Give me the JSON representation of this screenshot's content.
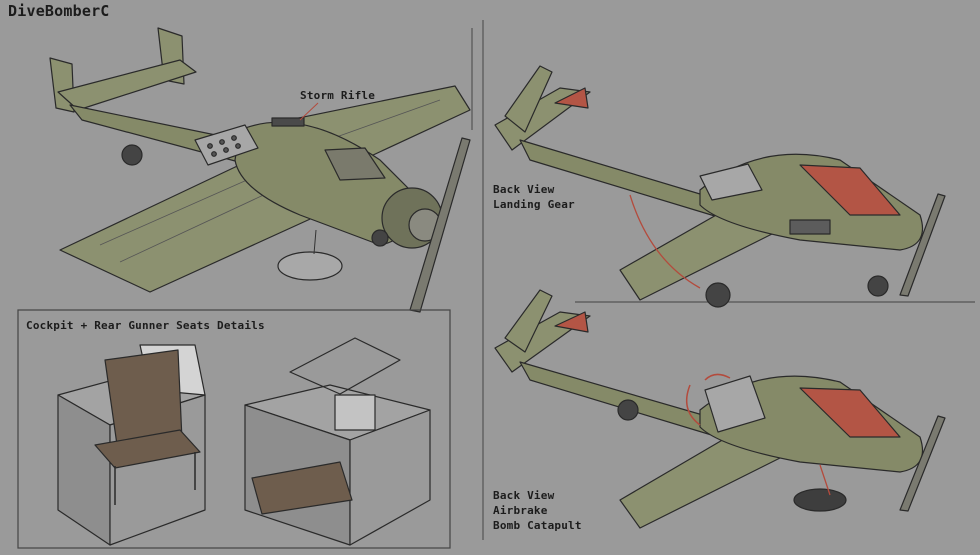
{
  "sheet": {
    "title": "DiveBomberC",
    "callouts": {
      "storm_rifle": "Storm Rifle",
      "cockpit_details": "Cockpit + Rear Gunner Seats Details",
      "back_view_1": [
        "Back View",
        "Landing Gear"
      ],
      "back_view_2": [
        "Back View",
        "Airbrake",
        "Bomb Catapult"
      ]
    }
  },
  "colors": {
    "background": "#9a9a9a",
    "airframe": "#8c9170",
    "accent": "#b35545",
    "seat": "#6e5d4d",
    "arrow": "#b34b3d"
  }
}
